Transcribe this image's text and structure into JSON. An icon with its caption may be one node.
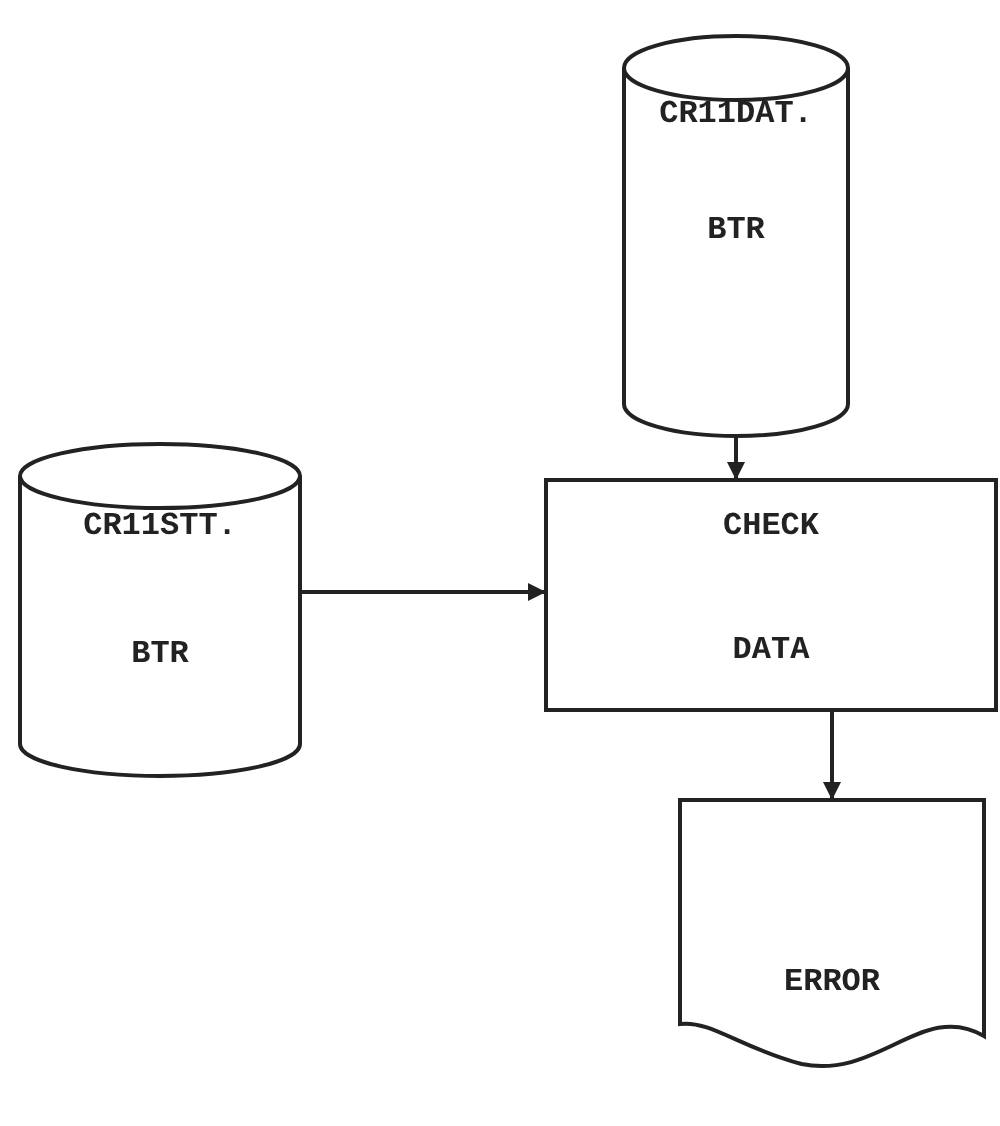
{
  "diagram": {
    "nodes": [
      {
        "text": [
          "CR11DAT.",
          "BTR"
        ]
      },
      {
        "text": [
          "CR11STT.",
          "BTR"
        ]
      },
      {
        "text": [
          "CHECK",
          "DATA"
        ]
      },
      {
        "text": [
          "ERROR"
        ]
      }
    ],
    "edges": [
      {
        "from": 0,
        "to": 2,
        "arrow": "to"
      },
      {
        "from": 1,
        "to": 2,
        "arrow": "to"
      },
      {
        "from": 2,
        "to": 3,
        "arrow": "to"
      }
    ]
  }
}
